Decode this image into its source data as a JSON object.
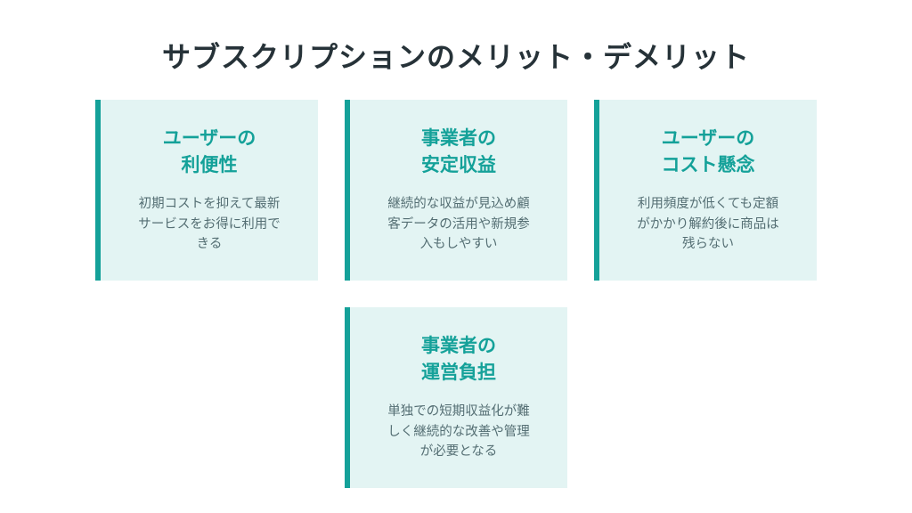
{
  "title": "サブスクリプションのメリット・デメリット",
  "cards": [
    {
      "title": "ユーザーの\n利便性",
      "body": "初期コストを抑えて最新\nサービスをお得に利用で\nきる"
    },
    {
      "title": "事業者の\n安定収益",
      "body": "継続的な収益が見込め顧\n客データの活用や新規参\n入もしやすい"
    },
    {
      "title": "ユーザーの\nコスト懸念",
      "body": "利用頻度が低くても定額\nがかかり解約後に商品は\n残らない"
    },
    {
      "title": "事業者の\n運営負担",
      "body": "単独での短期収益化が難\nしく継続的な改善や管理\nが必要となる"
    }
  ],
  "colors": {
    "accent": "#14a199",
    "card_background": "#e3f4f3",
    "title_text": "#263238",
    "body_text": "#546e73"
  }
}
